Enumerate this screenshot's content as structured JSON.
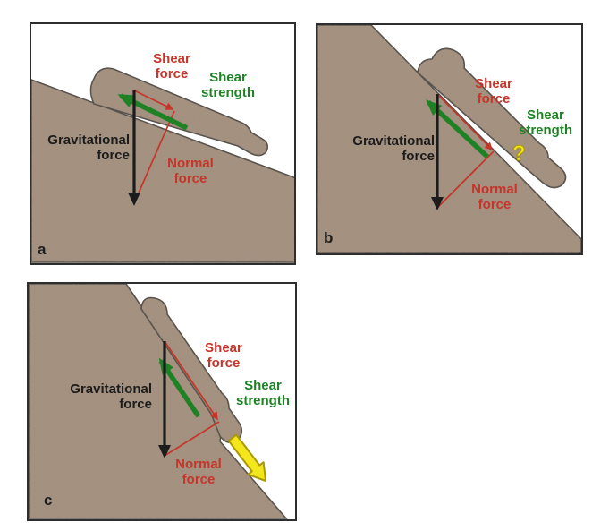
{
  "colors": {
    "bg": "#ffffff",
    "border": "#2e2e2e",
    "slope": "#a5917f",
    "slope_line": "#55504a",
    "red": "#c63529",
    "green": "#1e8225",
    "ink": "#1c1c1c",
    "yellow": "#f3e61d",
    "yellow_edge": "#a99a00"
  },
  "panels": [
    {
      "letter": "a",
      "labels": {
        "shear_force": [
          "Shear",
          "force"
        ],
        "shear_strength": [
          "Shear",
          "strength"
        ],
        "gravitational": [
          "Gravitational",
          "force"
        ],
        "normal": [
          "Normal",
          "force"
        ]
      }
    },
    {
      "letter": "b",
      "question_mark": "?",
      "labels": {
        "shear_force": [
          "Shear",
          "force"
        ],
        "shear_strength": [
          "Shear",
          "strength"
        ],
        "gravitational": [
          "Gravitational",
          "force"
        ],
        "normal": [
          "Normal",
          "force"
        ]
      }
    },
    {
      "letter": "c",
      "labels": {
        "shear_force": [
          "Shear",
          "force"
        ],
        "shear_strength": [
          "Shear",
          "strength"
        ],
        "gravitational": [
          "Gravitational",
          "force"
        ],
        "normal": [
          "Normal",
          "force"
        ]
      }
    }
  ]
}
